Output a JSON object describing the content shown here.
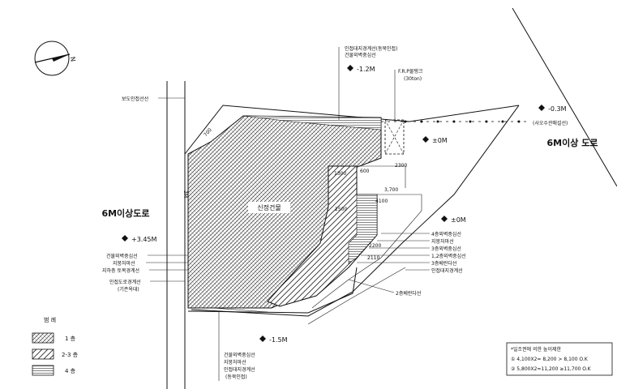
{
  "north": {
    "label": "N"
  },
  "roads": {
    "left": "6M이상도로",
    "right": "6M이상 도로"
  },
  "building": {
    "name": "신정건물"
  },
  "elevations": {
    "top": "-1.2M",
    "right_top": "-0.3M",
    "center_right": "±0M",
    "middle_right": "±0M",
    "left": "+3.45M",
    "bottom": "-1.5M"
  },
  "notes": {
    "top_a": "인접대지경계선(동북인접)",
    "top_b": "건물외벽중심선",
    "frp": "F.R.P물탱크",
    "frp_sub": "(30ton)",
    "left_top": "보도인접선선",
    "right_line": "(사오수관매설선)",
    "left_a": "건물외벽중심선",
    "left_b": "지붕처마선",
    "left_c": "지하층 토목경계선",
    "left_d": "인접도로경계선",
    "left_e": "(기존옥대)",
    "right_a": "4층외벽중심선",
    "right_b": "지붕처마선",
    "right_c": "3층외벽중심선",
    "right_d": "1,2층외벽중심선",
    "right_e": "3층베란다선",
    "right_f": "인접대지경계선",
    "right_g": "2층베란다선",
    "bottom_a": "건물외벽중심선",
    "bottom_b": "지붕처마선",
    "bottom_c": "인접대지경계선",
    "bottom_d": "(동북인접)"
  },
  "dimensions": {
    "d1300": "1300",
    "d600": "600",
    "d2300": "2300",
    "d3700": "3,700",
    "d4100": "4100",
    "d2500": "2500",
    "d2200": "2200",
    "d2110": "2110",
    "d700": "700",
    "d3m": "3M"
  },
  "legend": {
    "title": "범  례",
    "items": [
      {
        "pattern": "fine",
        "label": "1  층"
      },
      {
        "pattern": "coarse",
        "label": "2-3  층"
      },
      {
        "pattern": "lines",
        "label": "4  층"
      }
    ]
  },
  "calc": {
    "title": "*일조권에 의한 높이제한",
    "row1": "① 4,100X2= 8,200  >  8,100  O.K",
    "row2": "② 5,800X2=11,200  ≥11,700  O.K"
  }
}
